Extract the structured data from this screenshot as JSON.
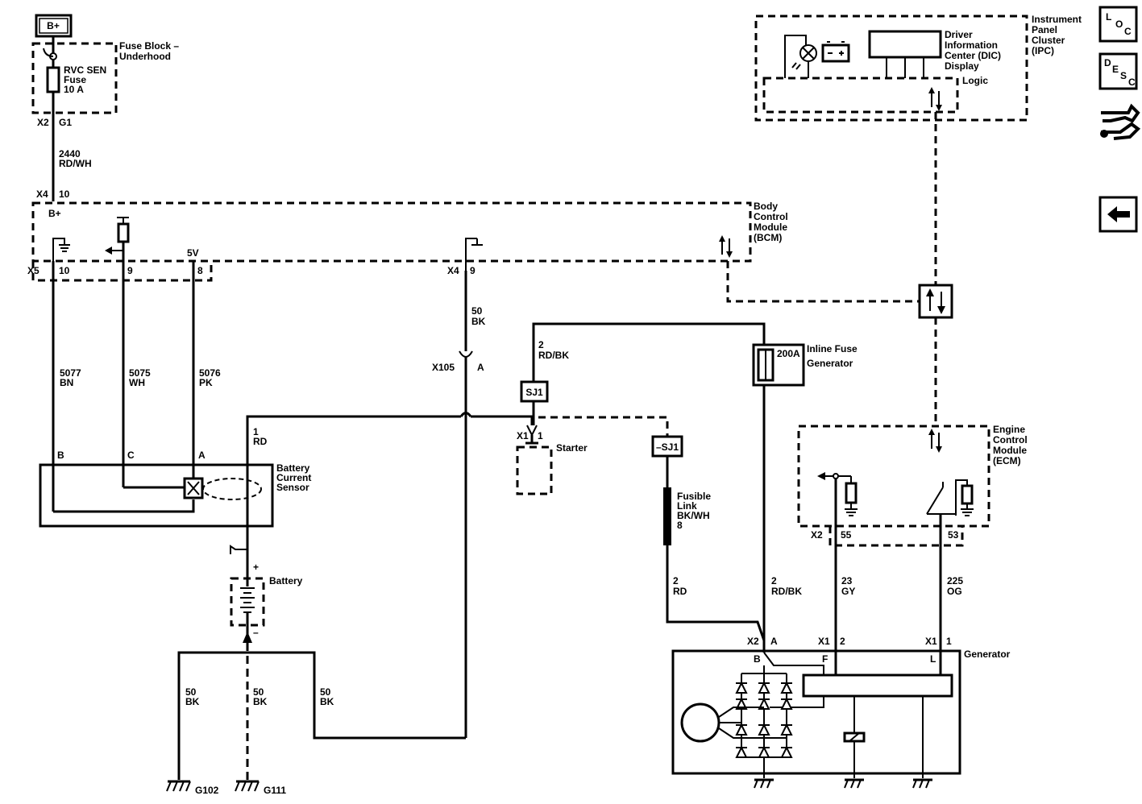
{
  "power": {
    "bplus_top": "B+"
  },
  "fuse_block": {
    "title_l1": "Fuse Block –",
    "title_l2": "Underhood",
    "fuse_l1": "RVC SEN",
    "fuse_l2": "Fuse",
    "fuse_l3": "10 A",
    "conn": "X2",
    "pin": "G1"
  },
  "wire_2440": {
    "num": "2440",
    "color": "RD/WH"
  },
  "bcm": {
    "title_l1": "Body",
    "title_l2": "Control",
    "title_l3": "Module",
    "title_l4": "(BCM)",
    "conn_x4": "X4",
    "pin_10": "10",
    "bplus": "B+",
    "conn_x5": "X5",
    "pin_x5_10": "10",
    "pin_9": "9",
    "pin_8": "8",
    "volt_5v": "5V",
    "conn_x4b": "X4",
    "pin_x4_9": "9"
  },
  "wires_sensor": [
    {
      "num": "5077",
      "color": "BN"
    },
    {
      "num": "5075",
      "color": "WH"
    },
    {
      "num": "5076",
      "color": "PK"
    }
  ],
  "wire_50_top": {
    "num": "50",
    "color": "BK"
  },
  "x105": {
    "conn": "X105",
    "pin": "A"
  },
  "sensor": {
    "pin_b": "B",
    "pin_c": "C",
    "pin_a": "A",
    "title_l1": "Battery",
    "title_l2": "Current",
    "title_l3": "Sensor"
  },
  "wire_1rd": {
    "num": "1",
    "color": "RD"
  },
  "battery": {
    "label": "Battery",
    "plus": "+",
    "minus": "–"
  },
  "ground_wires": [
    {
      "num": "50",
      "color": "BK"
    },
    {
      "num": "50",
      "color": "BK"
    },
    {
      "num": "50",
      "color": "BK"
    }
  ],
  "grounds": {
    "g102": "G102",
    "g111": "G111"
  },
  "starter": {
    "conn": "X1",
    "pin": "1",
    "label": "Starter"
  },
  "wire_2rdbk_top": {
    "num": "2",
    "color": "RD/BK"
  },
  "splices": {
    "s1": "SJ1",
    "s2": "–SJ1"
  },
  "inline_fuse": {
    "rating": "200A",
    "title_l1": "Inline Fuse",
    "title_l2": "Generator"
  },
  "fusible_link": {
    "l1": "Fusible",
    "l2": "Link",
    "l3": "BK/WH",
    "l4": "8"
  },
  "wire_2rd": {
    "num": "2",
    "color": "RD"
  },
  "wire_2rdbk": {
    "num": "2",
    "color": "RD/BK"
  },
  "wire_23": {
    "num": "23",
    "color": "GY"
  },
  "wire_225": {
    "num": "225",
    "color": "OG"
  },
  "ecm": {
    "title_l1": "Engine",
    "title_l2": "Control",
    "title_l3": "Module",
    "title_l4": "(ECM)",
    "conn": "X2",
    "pin_55": "55",
    "pin_53": "53"
  },
  "generator": {
    "title": "Generator",
    "conn_x2": "X2",
    "pin_a": "A",
    "conn_x1a": "X1",
    "pin_2": "2",
    "conn_x1b": "X1",
    "pin_1": "1",
    "term_b": "B",
    "term_f": "F",
    "term_l": "L"
  },
  "ipc": {
    "title_l1": "Instrument",
    "title_l2": "Panel",
    "title_l3": "Cluster",
    "title_l4": "(IPC)",
    "dic_l1": "Driver",
    "dic_l2": "Information",
    "dic_l3": "Center (DIC)",
    "dic_l4": "Display",
    "logic": "Logic"
  },
  "nav": {
    "loc": {
      "a": "L",
      "b": "O",
      "c": "C"
    },
    "desc": {
      "a": "D",
      "b": "E",
      "c": "S",
      "d": "C"
    }
  }
}
